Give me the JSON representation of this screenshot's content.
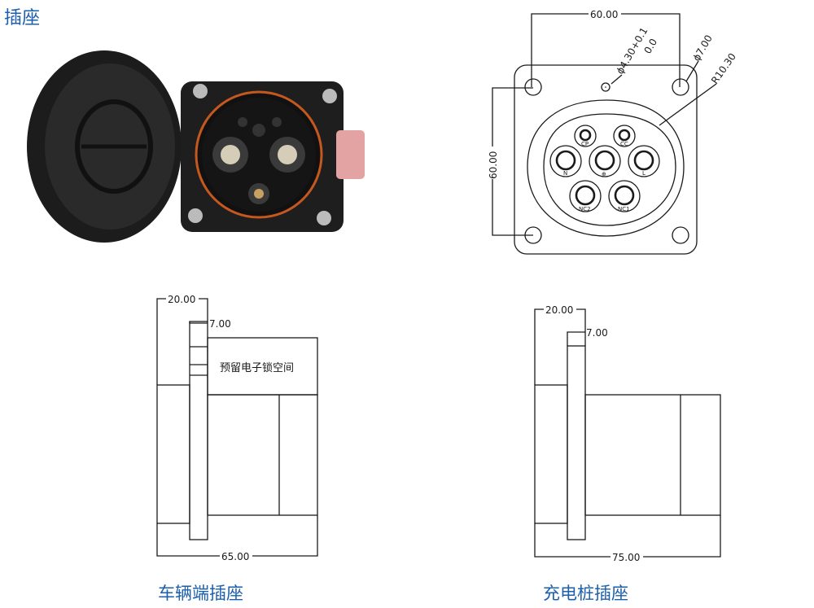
{
  "title": "插座",
  "front_view": {
    "width_dim": "60.00",
    "height_dim": "60.00",
    "small_hole_dim": "ϕ4.30+0.1",
    "small_hole_tol": "0.0",
    "mount_hole_dim": "ϕ7.00",
    "radius_dim": "R10.30",
    "pins": [
      "CP",
      "CC",
      "N",
      "⊕",
      "L",
      "NC2",
      "NC1"
    ]
  },
  "vehicle_side": {
    "dim_top": "20.00",
    "dim_flange": "7.00",
    "dim_length": "65.00",
    "lock_space_label": "预留电子锁空间",
    "caption": "车辆端插座"
  },
  "charger_side": {
    "dim_top": "20.00",
    "dim_flange": "7.00",
    "dim_length": "75.00",
    "caption": "充电桩插座"
  },
  "colors": {
    "caption": "#1b5fae",
    "line": "#1a1a1a"
  }
}
